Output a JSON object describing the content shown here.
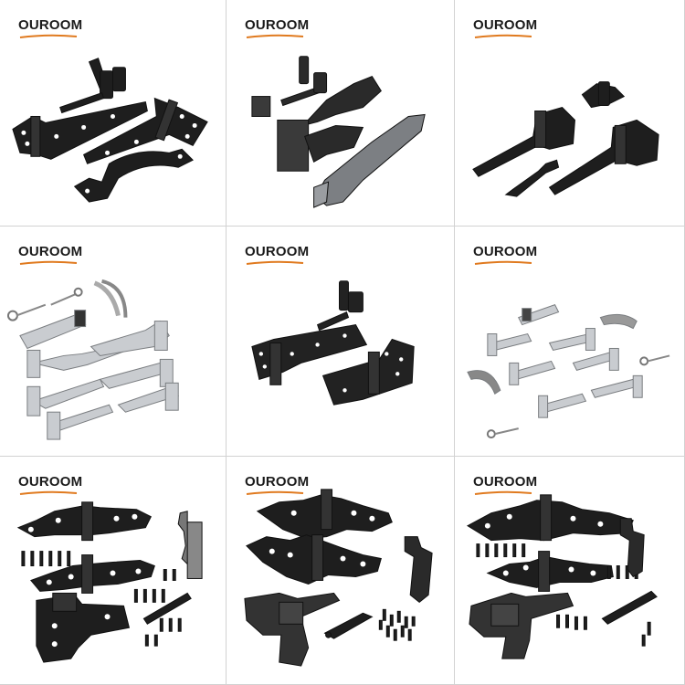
{
  "brand": {
    "name": "OUROOM",
    "underline_color": "#e07a1f"
  },
  "colors": {
    "black_hardware": "#1e1e1e",
    "galvanized": "#c9ccd0",
    "grid_line": "#d2d2d2"
  },
  "tiles": [
    {
      "brand": "OUROOM",
      "finish": "black",
      "items": [
        "gravity-latch-icon",
        "t-hinge-icon",
        "t-hinge-icon",
        "gate-handle-icon"
      ]
    },
    {
      "brand": "OUROOM",
      "finish": "black",
      "items": [
        "gravity-latch-icon",
        "strap-hinge-icon",
        "strap-hinge-icon"
      ]
    },
    {
      "brand": "OUROOM",
      "finish": "black",
      "items": [
        "gravity-latch-icon",
        "t-hinge-icon",
        "t-hinge-icon",
        "cane-bolt-icon"
      ]
    },
    {
      "brand": "OUROOM",
      "finish": "galvanized",
      "items": [
        "hook-eye-icon",
        "hasp-icon",
        "gate-handle-icon",
        "t-hinge-icon"
      ]
    },
    {
      "brand": "OUROOM",
      "finish": "black",
      "items": [
        "gravity-latch-icon",
        "butt-hinge-icon",
        "butt-hinge-icon"
      ]
    },
    {
      "brand": "OUROOM",
      "finish": "galvanized",
      "items": [
        "hasp-icon",
        "gate-handle-icon",
        "t-hinge-icon",
        "hook-eye-icon"
      ]
    },
    {
      "brand": "OUROOM",
      "finish": "black",
      "items": [
        "heavy-duty-hinge-icon",
        "heavy-duty-hinge-icon",
        "screws-icon",
        "drop-rod-icon",
        "gravity-latch-icon",
        "gate-handle-icon"
      ]
    },
    {
      "brand": "OUROOM",
      "finish": "black",
      "items": [
        "heavy-duty-hinge-icon",
        "heavy-duty-hinge-icon",
        "screws-icon",
        "drop-rod-icon",
        "gravity-latch-icon",
        "gate-handle-icon"
      ]
    },
    {
      "brand": "OUROOM",
      "finish": "black",
      "items": [
        "heavy-duty-hinge-icon",
        "heavy-duty-hinge-icon",
        "screws-icon",
        "drop-rod-icon",
        "gravity-latch-icon",
        "gate-handle-icon"
      ]
    }
  ]
}
